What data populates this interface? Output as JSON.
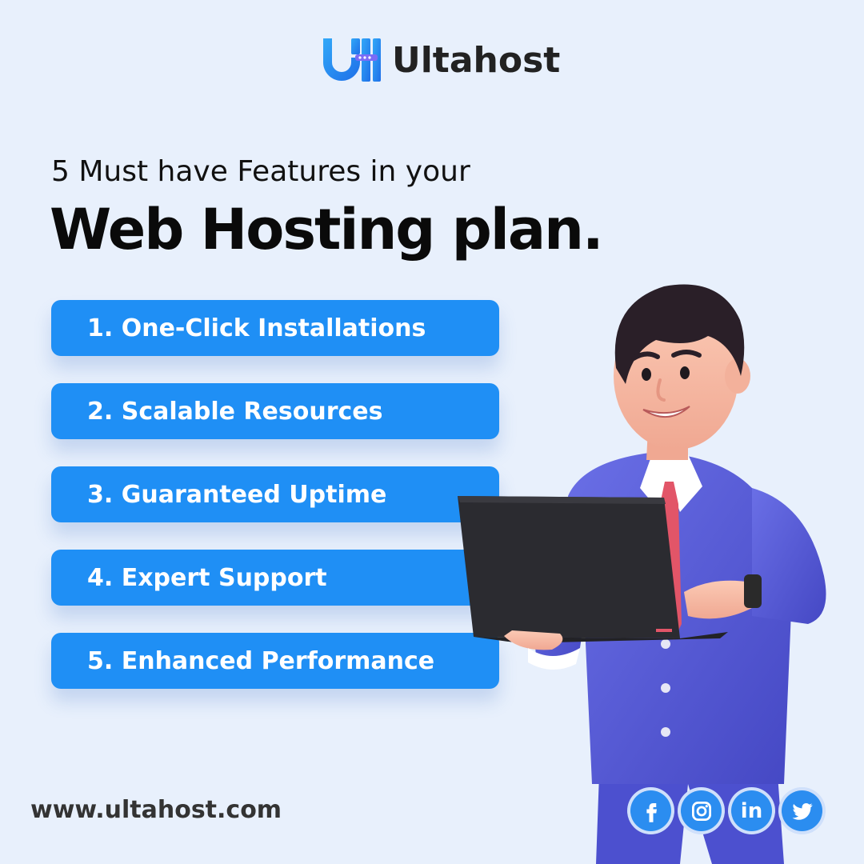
{
  "brand": {
    "name": "Ultahost",
    "logo_colors": {
      "primary": "#1f8ff5",
      "accent": "#7b6cf6"
    }
  },
  "headline": {
    "subtitle": "5 Must have Features in your",
    "title": "Web Hosting plan."
  },
  "features": [
    {
      "label": "1. One-Click Installations"
    },
    {
      "label": "2. Scalable Resources"
    },
    {
      "label": "3. Guaranteed Uptime"
    },
    {
      "label": "4. Expert Support"
    },
    {
      "label": "5. Enhanced Performance"
    }
  ],
  "footer": {
    "website": "www.ultahost.com",
    "socials": [
      {
        "icon": "facebook-icon"
      },
      {
        "icon": "instagram-icon"
      },
      {
        "icon": "linkedin-icon",
        "text": "in"
      },
      {
        "icon": "twitter-icon"
      }
    ]
  },
  "colors": {
    "background": "#e8f0fc",
    "feature_button": "#1f8ff5",
    "suit": "#5a5ed8",
    "laptop": "#2a2a2e"
  }
}
